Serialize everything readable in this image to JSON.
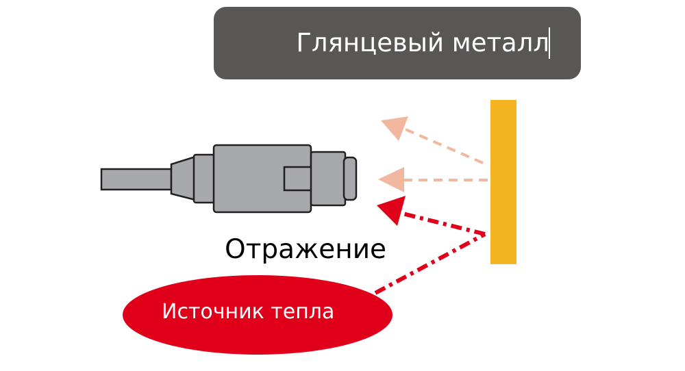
{
  "header": {
    "title": "Глянцевый металл"
  },
  "labels": {
    "reflection": "Отражение",
    "heat_source": "Источник тепла"
  },
  "colors": {
    "header_bg": "#595656",
    "sensor_body": "#a7a9ac",
    "sensor_outline": "#231f20",
    "cable": "#a7a9ac",
    "metal_plate": "#f5b523",
    "faint_arrows": "#f2b79f",
    "reflection_arrow": "#e1001a",
    "heat_source": "#e1001a"
  },
  "icons": {
    "sensor": "sensor-icon",
    "plate": "metal-plate-icon"
  }
}
